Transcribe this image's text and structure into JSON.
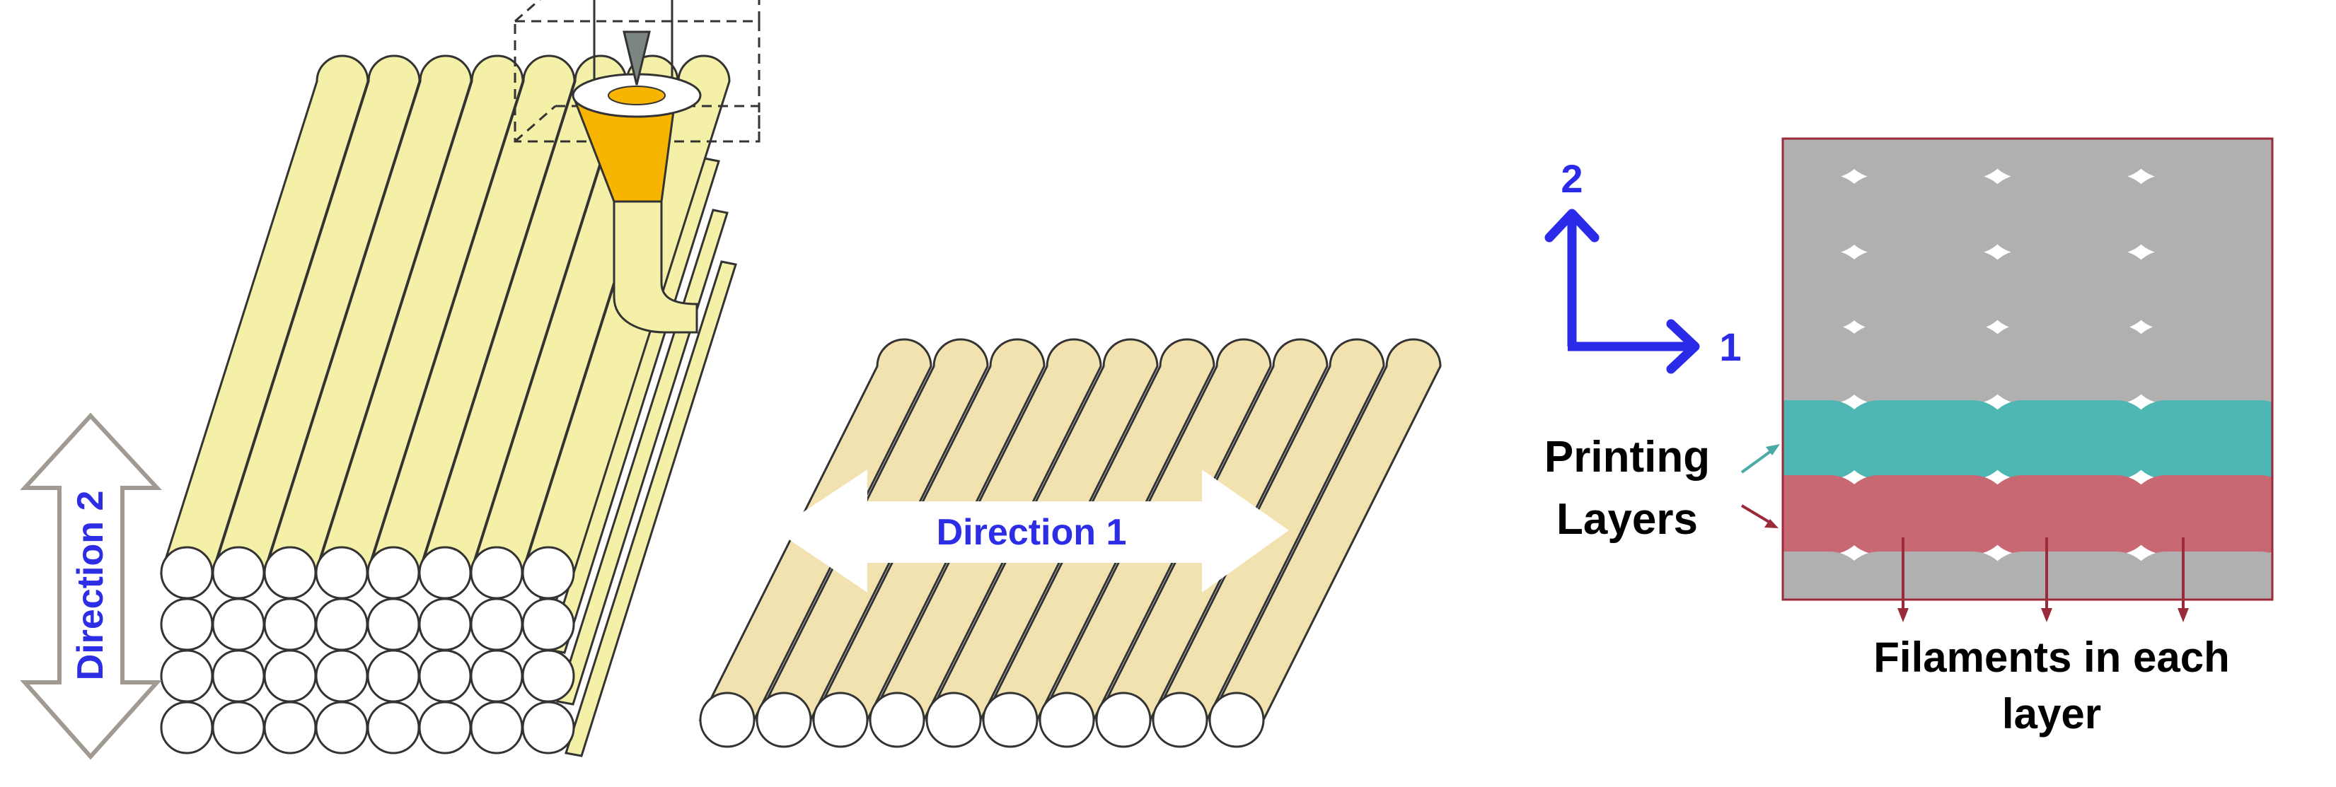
{
  "left_panel": {
    "direction2_label": "Direction 2",
    "direction1_label": "Direction 1"
  },
  "right_panel": {
    "axis_2_label": "2",
    "axis_1_label": "1",
    "printing_layers_line1": "Printing",
    "printing_layers_line2": "Layers",
    "filaments_line1": "Filaments in each",
    "filaments_line2": "layer"
  },
  "colors": {
    "filament_yellow": "#f5f0a8",
    "filament_tan": "#f2e2b0",
    "nozzle_orange": "#f7b500",
    "cross_section_gray": "#b0b0b0",
    "layer_teal": "#4fb7b3",
    "layer_red": "#c86872",
    "axis_blue": "#2a2ae8",
    "label_blue": "#2d2de6",
    "arrow_red": "#9b2a3a",
    "arrow_teal": "#4aaba6"
  }
}
